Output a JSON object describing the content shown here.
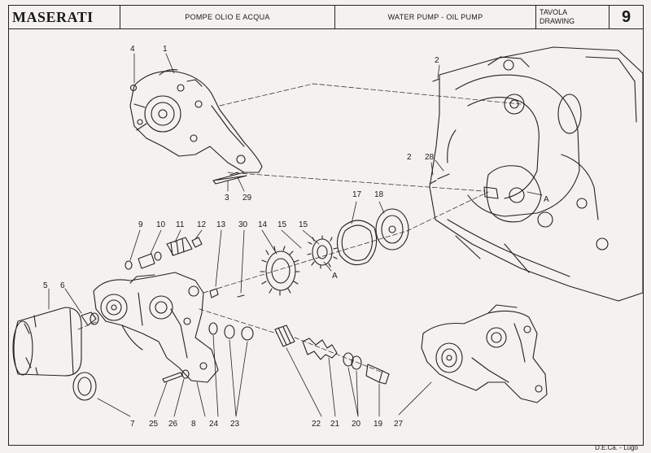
{
  "header": {
    "brand": "MASERATI",
    "title_it": "POMPE OLIO E ACQUA",
    "title_en": "WATER PUMP - OIL PUMP",
    "tavola": "TAVOLA",
    "drawing": "DRAWING",
    "number": "9"
  },
  "callouts": {
    "c1": "1",
    "c2a": "2",
    "c2b": "2",
    "c3": "3",
    "c4": "4",
    "c5": "5",
    "c6": "6",
    "c7": "7",
    "c8": "8",
    "c9": "9",
    "c10": "10",
    "c11": "11",
    "c12": "12",
    "c13": "13",
    "c14": "14",
    "c15a": "15",
    "c15b": "15",
    "c17": "17",
    "c18": "18",
    "c19": "19",
    "c20": "20",
    "c21": "21",
    "c22": "22",
    "c23": "23",
    "c24": "24",
    "c25": "25",
    "c26": "26",
    "c27": "27",
    "c28": "28",
    "c29": "29",
    "c30": "30",
    "ref_a1": "A",
    "ref_a2": "A"
  },
  "footer": "D.E.Ca. - Lugo"
}
